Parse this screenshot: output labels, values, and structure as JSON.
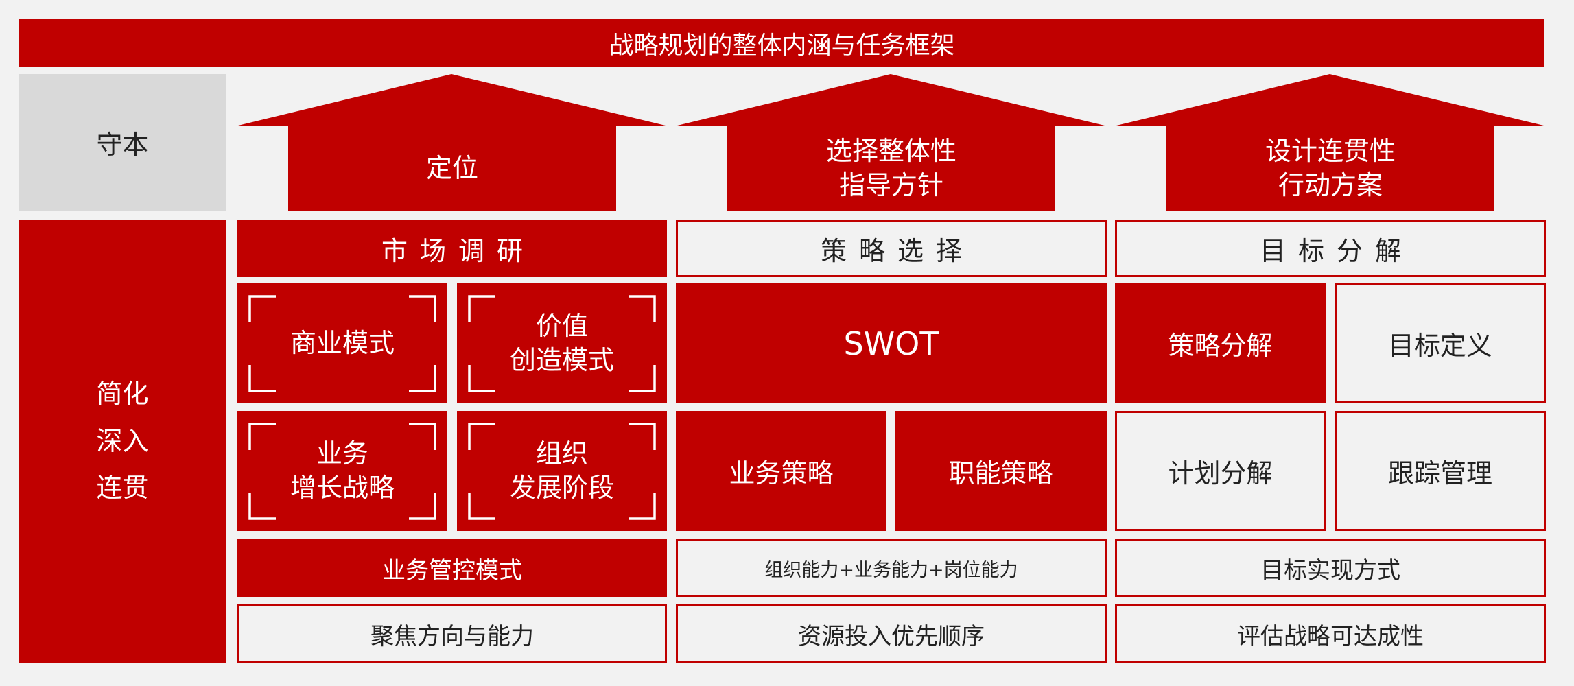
{
  "header": {
    "title": "战略规划的整体内涵与任务框架"
  },
  "left": {
    "top_label": "守本",
    "side_label": "简化\n深入\n连贯"
  },
  "arrows": [
    {
      "label": "定位"
    },
    {
      "label": "选择整体性\n指导方针"
    },
    {
      "label": "设计连贯性\n行动方案"
    }
  ],
  "columns": [
    {
      "heading": "市场调研",
      "cells": [
        "商业模式",
        "价值\n创造模式",
        "业务\n增长战略",
        "组织\n发展阶段"
      ],
      "row5": "业务管控模式",
      "row6": "聚焦方向与能力"
    },
    {
      "heading": "策略选择",
      "swot": "SWOT",
      "cells": [
        "业务策略",
        "职能策略"
      ],
      "row5": "组织能力+业务能力+岗位能力",
      "row6": "资源投入优先顺序"
    },
    {
      "heading": "目标分解",
      "cells": [
        "策略分解",
        "目标定义",
        "计划分解",
        "跟踪管理"
      ],
      "row5": "目标实现方式",
      "row6": "评估战略可达成性"
    }
  ],
  "colors": {
    "accent": "#c00000",
    "grey": "#d9d9d9",
    "background": "#f2f2f2"
  }
}
